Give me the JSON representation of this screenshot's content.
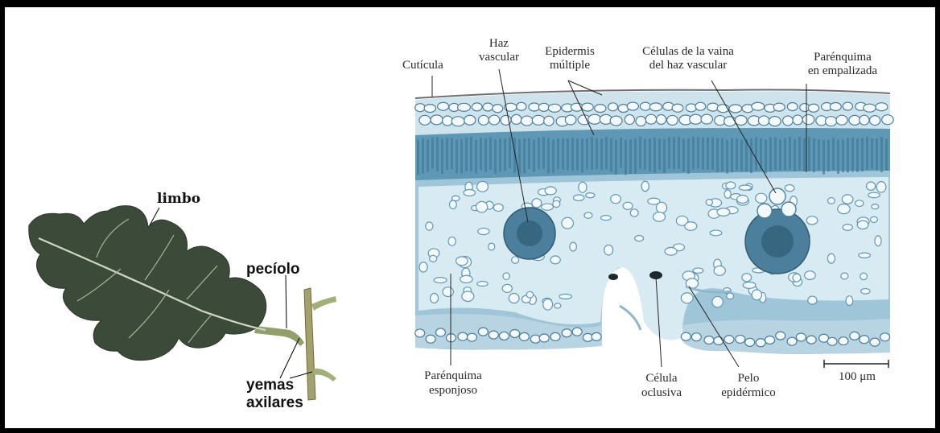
{
  "leaf_labels": {
    "limbo": "limbo",
    "peciolo": "pecíolo",
    "yemas_line1": "yemas",
    "yemas_line2": "axilares"
  },
  "section_labels": {
    "cuticula": "Cutícula",
    "haz_line1": "Haz",
    "haz_line2": "vascular",
    "epidermis_line1": "Epidermis",
    "epidermis_line2": "múltiple",
    "vaina_line1": "Células de la vaina",
    "vaina_line2": "del haz vascular",
    "empalizada_line1": "Parénquima",
    "empalizada_line2": "en empalizada",
    "esponjoso_line1": "Parénquima",
    "esponjoso_line2": "esponjoso",
    "oclusiva_line1": "Célula",
    "oclusiva_line2": "oclusiva",
    "pelo_line1": "Pelo",
    "pelo_line2": "epidérmico",
    "scale": "100 μm"
  },
  "colors": {
    "leaf": "#3c4a39",
    "leaf_vein": "#cfd6c4",
    "stem": "#a0a06a",
    "tissue_blue": "#5f98b5",
    "tissue_light": "#d9ebf2",
    "cell_fill": "#f3f8fa"
  }
}
